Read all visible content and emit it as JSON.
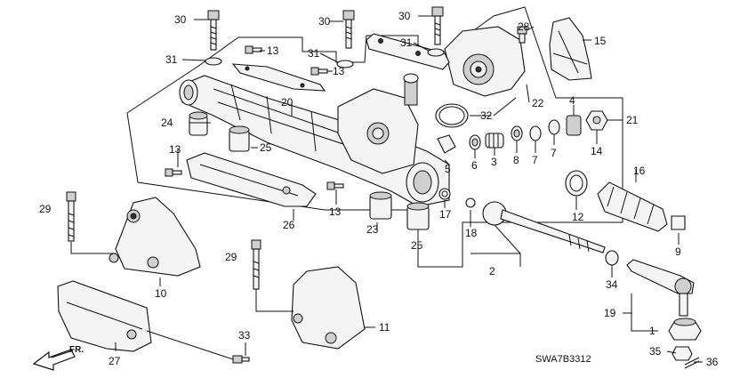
{
  "diagram": {
    "code": "SWA7B3312",
    "direction_label": "FR.",
    "callouts": {
      "c1": "1",
      "c2": "2",
      "c3": "3",
      "c4": "4",
      "c5": "5",
      "c6": "6",
      "c7a": "7",
      "c7b": "7",
      "c8": "8",
      "c9": "9",
      "c10": "10",
      "c11": "11",
      "c12": "12",
      "c13a": "13",
      "c13b": "13",
      "c13c": "13",
      "c13d": "13",
      "c14": "14",
      "c15": "15",
      "c16": "16",
      "c17": "17",
      "c18": "18",
      "c19": "19",
      "c20": "20",
      "c21": "21",
      "c22": "22",
      "c23": "23",
      "c24": "24",
      "c25a": "25",
      "c25b": "25",
      "c26": "26",
      "c27": "27",
      "c28": "28",
      "c29a": "29",
      "c29b": "29",
      "c30a": "30",
      "c30b": "30",
      "c30c": "30",
      "c31a": "31",
      "c31b": "31",
      "c31c": "31",
      "c32": "32",
      "c33": "33",
      "c34": "34",
      "c35": "35",
      "c36": "36"
    }
  }
}
